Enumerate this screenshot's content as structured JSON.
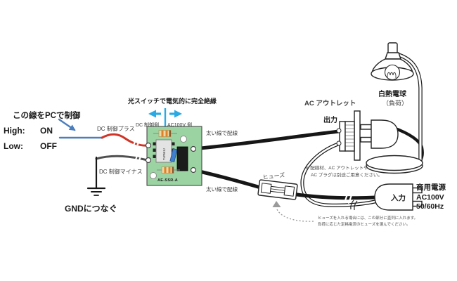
{
  "colors": {
    "cyan_accent": "#29aae2",
    "blue_wire": "#4a7ebc",
    "red_wire": "#d03426",
    "gray_wire": "#4f4f4f",
    "black_wire": "#161616",
    "pcb_green": "#9cd3a2"
  },
  "pc_control": {
    "title": "この線をPCで制御",
    "high_label": "High:",
    "high_value": "ON",
    "low_label": "Low:",
    "low_value": "OFF",
    "gnd_label": "GNDにつなぐ"
  },
  "dc_side": {
    "plus_label": "DC 制御プラス",
    "minus_label": "DC 制御マイナス"
  },
  "isolation": {
    "title": "光スイッチで電気的に完全絶縁",
    "left_label": "DC 制御側",
    "right_label": "AC100V 側"
  },
  "board": {
    "name": "AE-SSR-A",
    "ic_label": "TLP561J"
  },
  "ac_side": {
    "thick_wire_label_top": "太い線で配線",
    "thick_wire_label_bottom": "太い線で配線",
    "fuse_label": "ヒューズ",
    "fuse_note_line1": "ヒューズを入れる場合には、この部分に直列に入れます。",
    "fuse_note_line2": "負荷に応じた定格電流のヒューズを選んでください。",
    "outlet_label": "AC アウトレット",
    "outlet_output_label": "出力",
    "outlet_note_line1": "※ 配線材、AC アウトレットや",
    "outlet_note_line2": "AC プラグは別途ご用意ください。"
  },
  "load": {
    "label_line1": "白熱電球",
    "label_line2": "（負荷）"
  },
  "power": {
    "input_label": "入力",
    "source_line1": "商用電源",
    "source_line2": "AC100V",
    "source_line3": "50/60Hz"
  }
}
